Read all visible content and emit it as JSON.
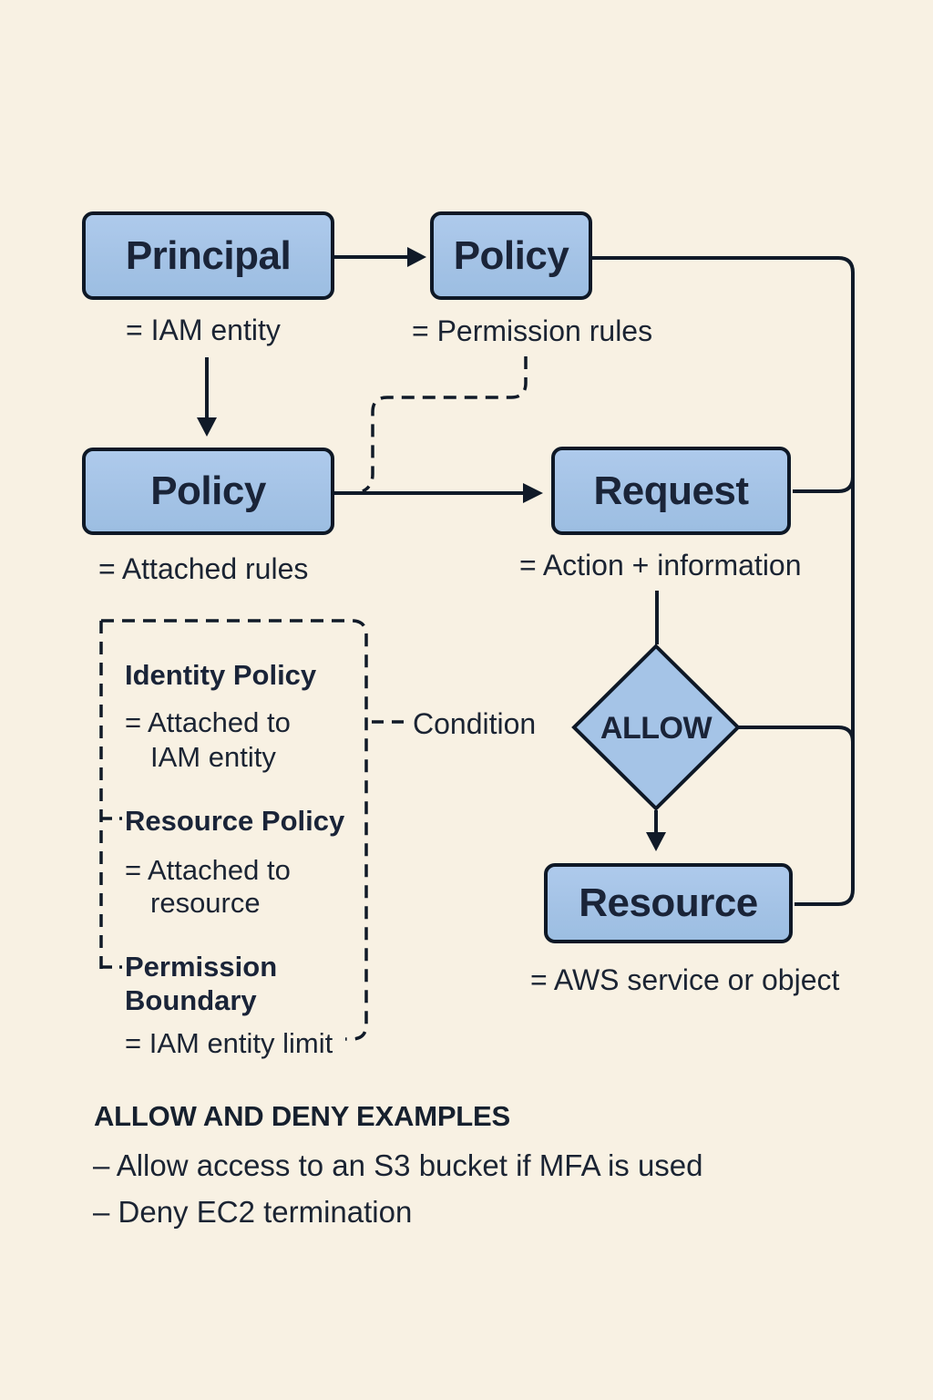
{
  "theme": {
    "background": "#f8f1e3",
    "box_fill": "#a5c4e7",
    "box_border": "#0e1826",
    "line_ink": "#101a28",
    "text_ink": "#1b2433"
  },
  "nodes": {
    "principal": {
      "label": "Principal",
      "caption": "= IAM entity"
    },
    "policy_top": {
      "label": "Policy",
      "caption": "= Permission rules"
    },
    "policy_left": {
      "label": "Policy",
      "caption": "= Attached rules"
    },
    "request": {
      "label": "Request",
      "caption": "= Action + information"
    },
    "allow": {
      "label": "ALLOW"
    },
    "resource": {
      "label": "Resource",
      "caption": "= AWS service or object"
    }
  },
  "condition_label": "Condition",
  "policy_types": [
    {
      "title": "Identity Policy",
      "line1": "= Attached to",
      "line2": "IAM entity"
    },
    {
      "title": "Resource Policy",
      "line1": "= Attached to",
      "line2": "resource"
    },
    {
      "title": "Permission",
      "title2": "Boundary",
      "line1": "= IAM entity limit"
    }
  ],
  "examples": {
    "heading": "ALLOW AND DENY EXAMPLES",
    "items": [
      "– Allow access to an S3 bucket if MFA is used",
      "– Deny EC2 termination"
    ]
  }
}
